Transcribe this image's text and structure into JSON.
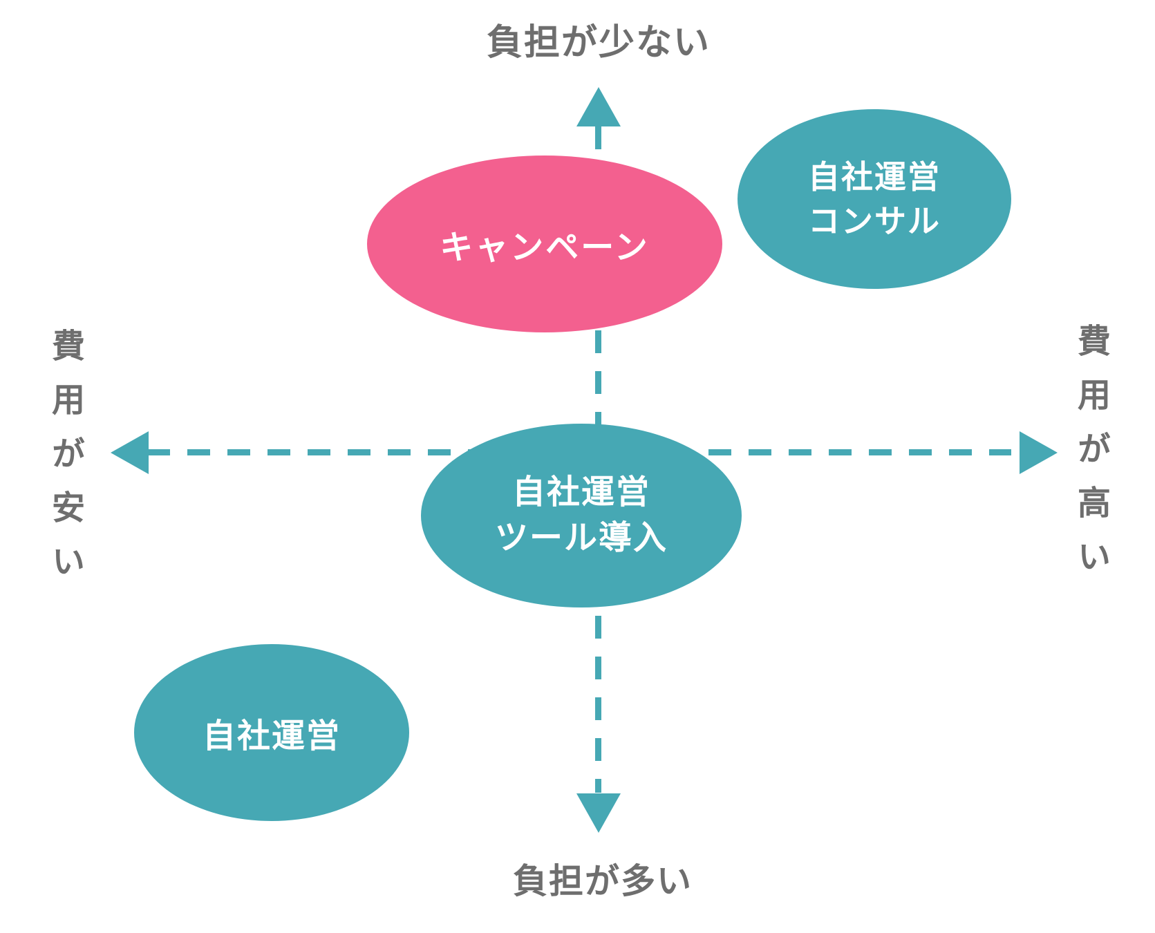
{
  "colors": {
    "teal": "#46a8b4",
    "pink": "#f3608f",
    "label_gray": "#6e6e6e",
    "bubble_text": "#ffffff",
    "background": "#ffffff"
  },
  "axes": {
    "top_label": "負担が少ない",
    "bottom_label": "負担が多い",
    "left_label": "費用が安い",
    "right_label": "費用が高い"
  },
  "bubbles": {
    "campaign": {
      "label": "キャンペーン",
      "color": "pink",
      "position": "upper-center"
    },
    "consult": {
      "line1": "自社運営",
      "line2": "コンサル",
      "color": "teal",
      "position": "upper-right"
    },
    "tool": {
      "line1": "自社運営",
      "line2": "ツール導入",
      "color": "teal",
      "position": "center"
    },
    "inhouse": {
      "label": "自社運営",
      "color": "teal",
      "position": "lower-left"
    }
  }
}
